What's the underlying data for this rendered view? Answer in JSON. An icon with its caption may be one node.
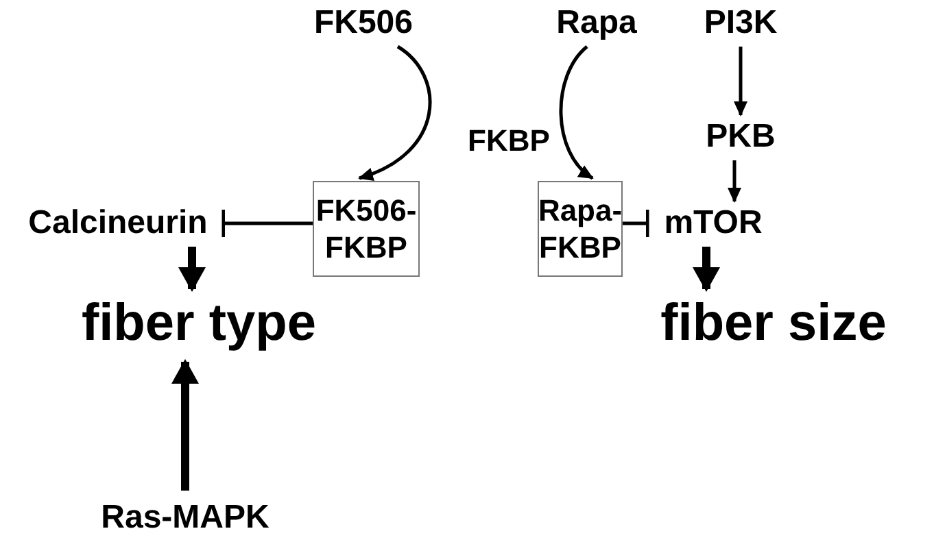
{
  "diagram": {
    "nodes": [
      {
        "text": [
          "FK506"
        ]
      },
      {
        "text": [
          "Rapa"
        ]
      },
      {
        "text": [
          "PI3K"
        ]
      },
      {
        "text": [
          "PKB"
        ]
      },
      {
        "text": [
          "Calcineurin"
        ]
      },
      {
        "text": [
          "FK506- FKBP"
        ]
      },
      {
        "text": [
          "Rapa- FKBP"
        ]
      },
      {
        "text": [
          "mTOR"
        ]
      },
      {
        "text": [
          "fiber type"
        ]
      },
      {
        "text": [
          "fiber size"
        ]
      },
      {
        "text": [
          "Ras-MAPK"
        ]
      }
    ],
    "edges": [
      {
        "from": 0,
        "to": 5,
        "arrow": "to"
      },
      {
        "from": 1,
        "to": 6,
        "arrow": "to"
      },
      {
        "from": 2,
        "to": 3,
        "arrow": "to"
      },
      {
        "from": 3,
        "to": 7,
        "arrow": "to"
      },
      {
        "from": 5,
        "to": 4,
        "arrow": "other"
      },
      {
        "from": 6,
        "to": 7,
        "arrow": "other"
      },
      {
        "from": 4,
        "to": 8,
        "arrow": "to",
        "style": "thick"
      },
      {
        "from": 7,
        "to": 9,
        "arrow": "to",
        "style": "thick"
      },
      {
        "from": 10,
        "to": 8,
        "arrow": "to",
        "style": "thick"
      }
    ],
    "labels": [
      "FKBP"
    ]
  }
}
